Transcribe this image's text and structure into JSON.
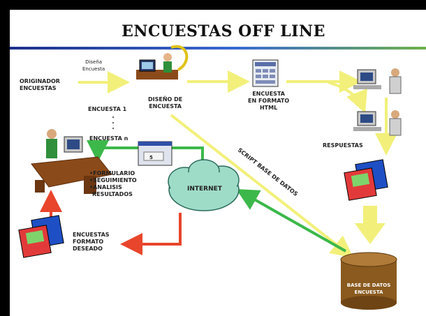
{
  "title": "ENCUESTAS OFF LINE",
  "labels": {
    "originador": [
      "ORIGINADOR",
      "ENCUESTAS"
    ],
    "disena": [
      "Diseña",
      "Encuesta"
    ],
    "diseno": [
      "DISEÑO DE",
      "ENCUESTA"
    ],
    "html": [
      "ENCUESTA",
      "EN FORMATO",
      "HTML"
    ],
    "respuestas": "RESPUESTAS",
    "encuesta1": "ENCUESTA 1",
    "encuestan": "ENCUESTA n",
    "tasks": [
      "•FORMULARIO",
      "•SEGUIMIENTO",
      "•ANALISIS",
      "RESULTADOS"
    ],
    "internet": "INTERNET",
    "script": "SCRIPT BASE DE DATOS",
    "formato": [
      "ENCUESTAS",
      "FORMATO",
      "DESEADO"
    ],
    "db": [
      "BASE DE DATOS",
      "ENCUESTA"
    ],
    "window_number": "5"
  },
  "colors": {
    "yellow_arrow": "#f2f07a",
    "green_arrow": "#3cb84a",
    "red_arrow": "#e8452c",
    "cloud": "#9fdcc8",
    "db": "#8a5a1e",
    "desk": "#8b4a1a"
  }
}
